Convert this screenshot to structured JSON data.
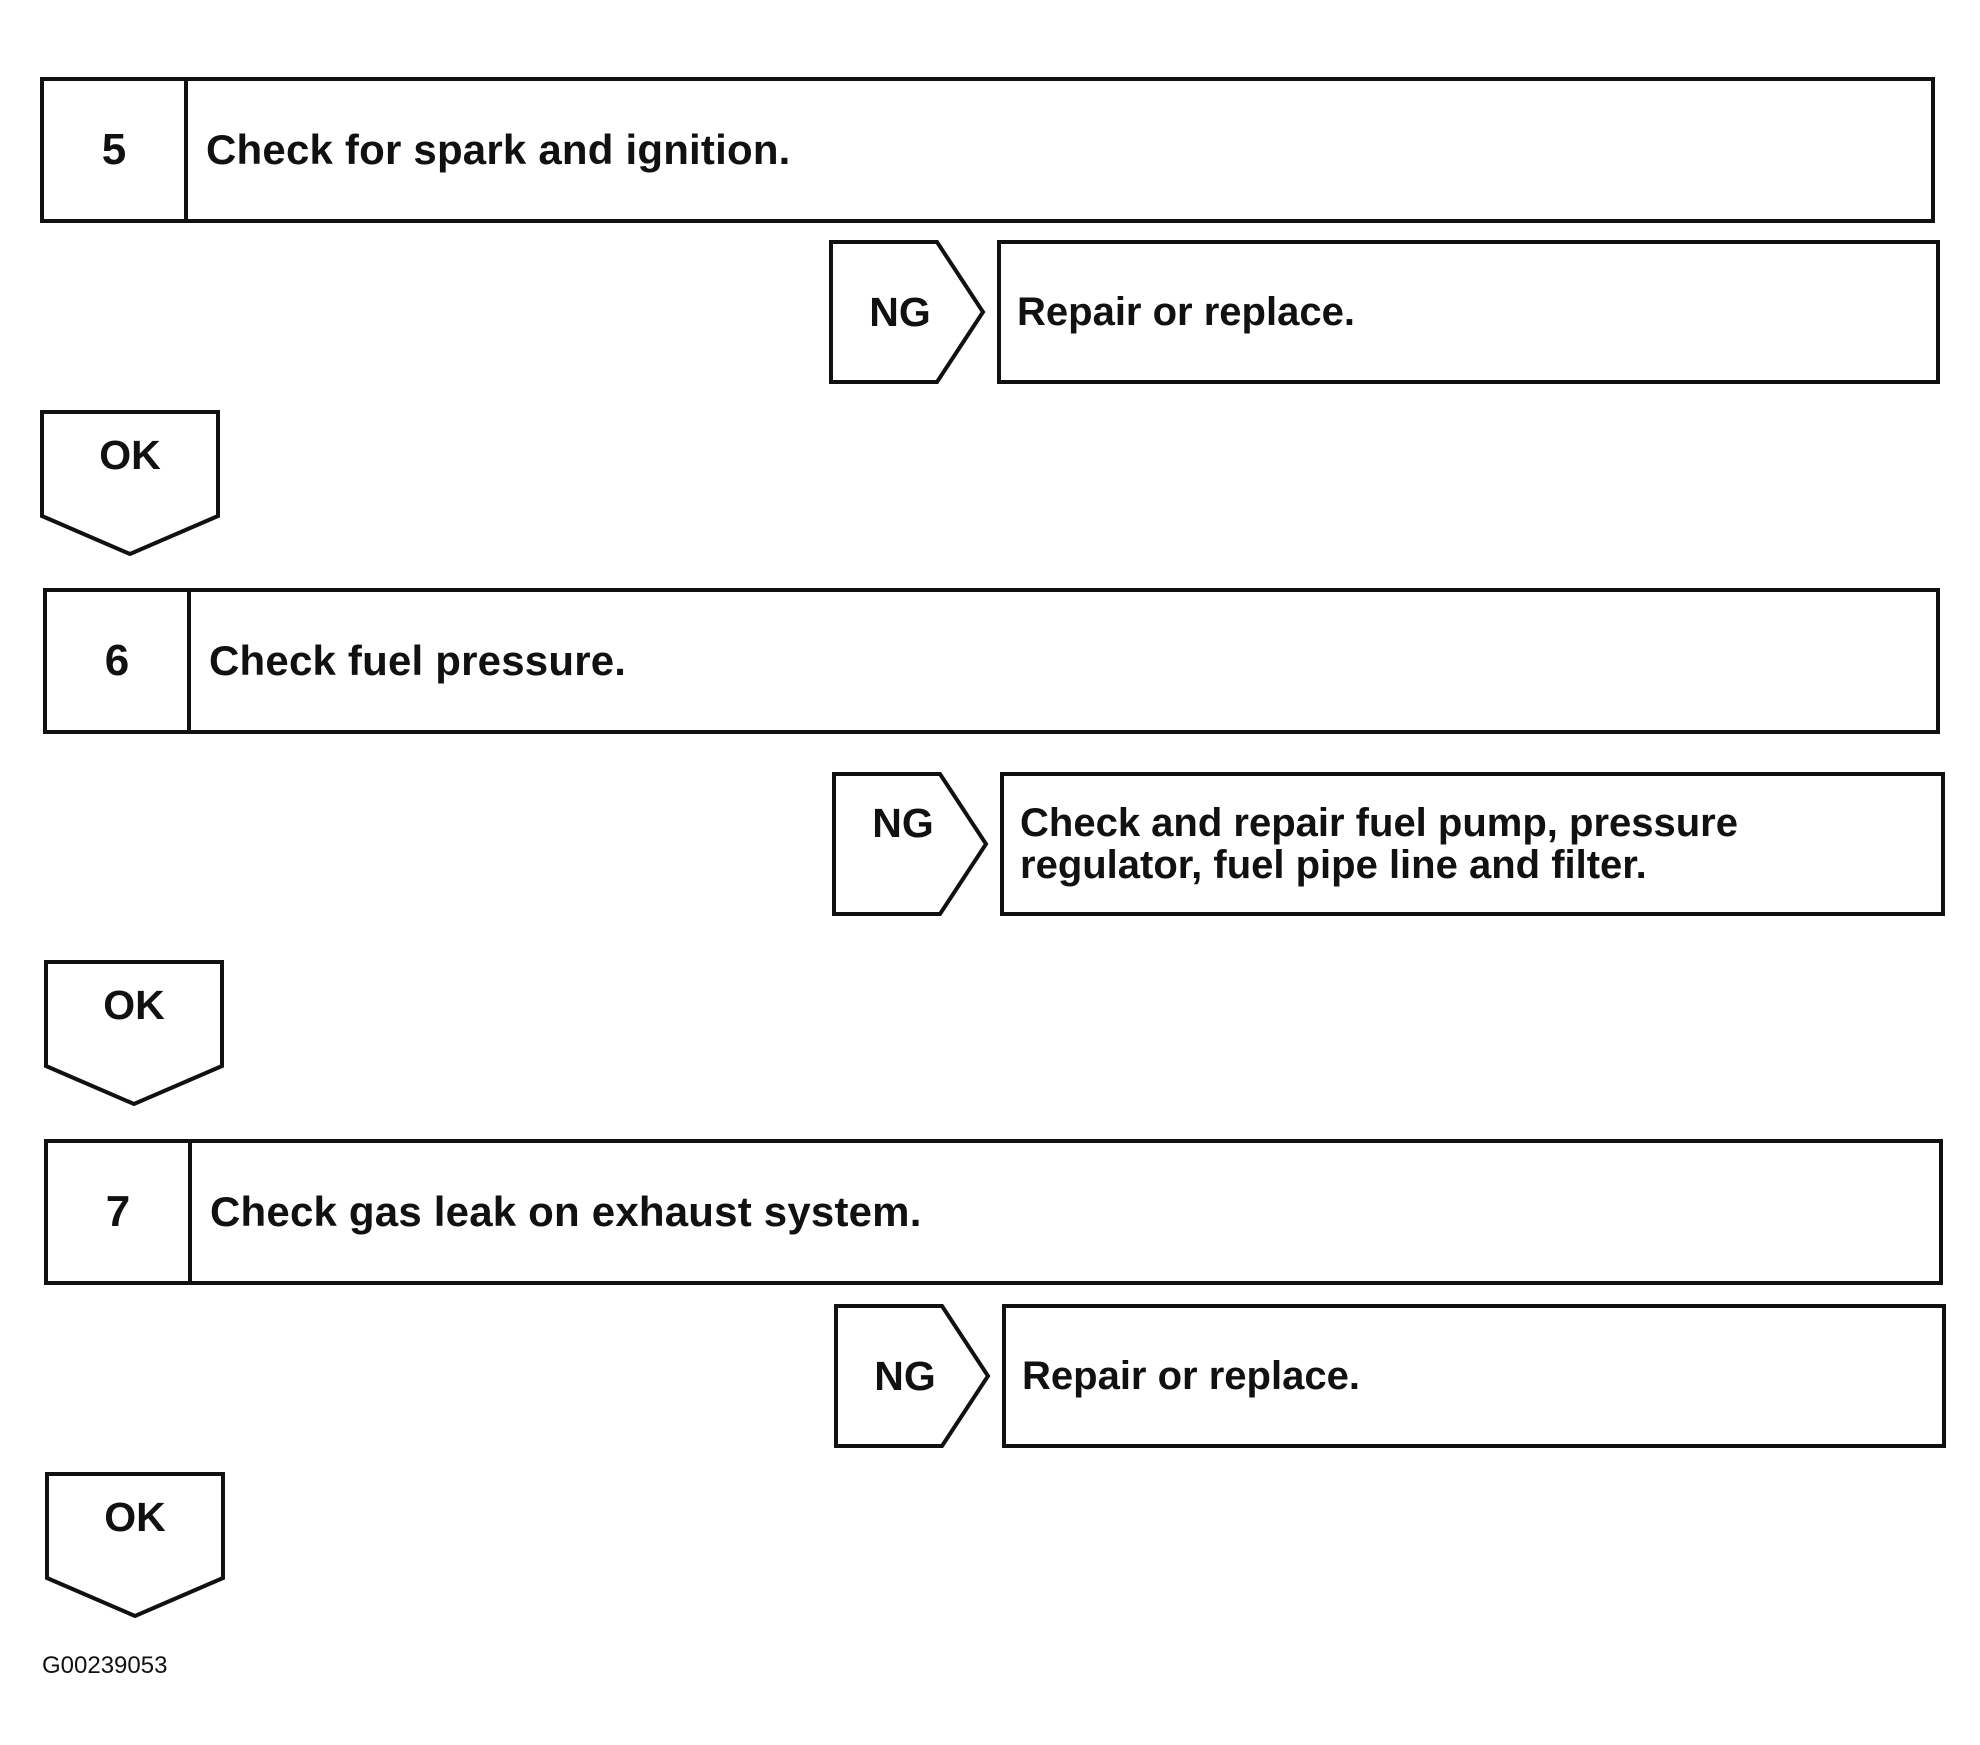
{
  "steps": [
    {
      "number": "5",
      "text": "Check for spark and ignition.",
      "ng_label": "NG",
      "ng_action": "Repair or replace.",
      "ok_label": "OK"
    },
    {
      "number": "6",
      "text": "Check fuel pressure.",
      "ng_label": "NG",
      "ng_action": "Check and repair fuel pump, pressure regulator, fuel pipe line and filter.",
      "ok_label": "OK"
    },
    {
      "number": "7",
      "text": "Check gas leak on exhaust system.",
      "ng_label": "NG",
      "ng_action": "Repair or replace.",
      "ok_label": "OK"
    }
  ],
  "reference_code": "G00239053"
}
